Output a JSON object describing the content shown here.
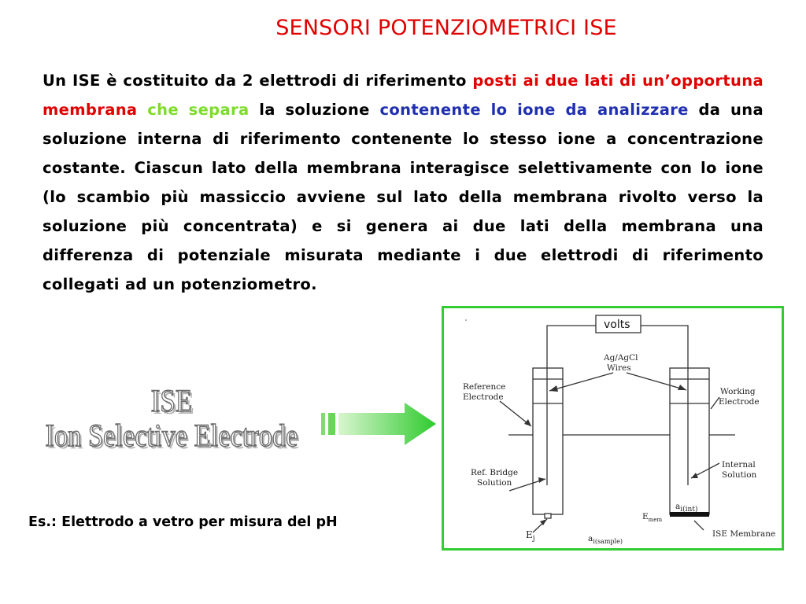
{
  "title": "SENSORI POTENZIOMETRICI ISE",
  "paragraph": {
    "p1": "Un ISE è costituito da 2 elettrodi di riferimento ",
    "p2": "posti ai due lati di un’opportuna membrana",
    "p3": " ",
    "p4": "che separa",
    "p5": " la soluzione ",
    "p6": "contenente lo ione da analizzare",
    "p7": " da una soluzione interna di riferimento contenente lo stesso ione a concentrazione costante. Ciascun lato della membrana interagisce selettivamente con lo ione (lo scambio più massiccio avviene sul lato della membrana rivolto verso la soluzione più concentrata) e si genera ai due lati della membrana una differenza di potenziale misurata mediante i due elettrodi di riferimento collegati ad un potenziometro."
  },
  "ise_heading": {
    "line1": "ISE",
    "line2": "Ion Selective Electrode"
  },
  "example": "Es.: Elettrodo a vetro per misura del pH",
  "diagram": {
    "volts": "volts",
    "wires_1": "Ag/AgCl",
    "wires_2": "Wires",
    "ref_electrode_1": "Reference",
    "ref_electrode_2": "Electrode",
    "working_electrode_1": "Working",
    "working_electrode_2": "Electrode",
    "internal_solution_1": "Internal",
    "internal_solution_2": "Solution",
    "ref_bridge_1": "Ref. Bridge",
    "ref_bridge_2": "Solution",
    "a_int": "a",
    "a_int_sub": "i(int)",
    "e_mem": "E",
    "e_mem_sub": "mem",
    "ej": "E",
    "ej_sub": "j",
    "a_sample": "a",
    "a_sample_sub": "i(sample)",
    "ise_membrane": "ISE Membrane"
  },
  "colors": {
    "title": "#e00000",
    "highlight_red": "#e00000",
    "highlight_green": "#7ddc2a",
    "highlight_blue": "#1f2fb0",
    "frame": "#33cc33",
    "arrow": "#33cc33"
  }
}
